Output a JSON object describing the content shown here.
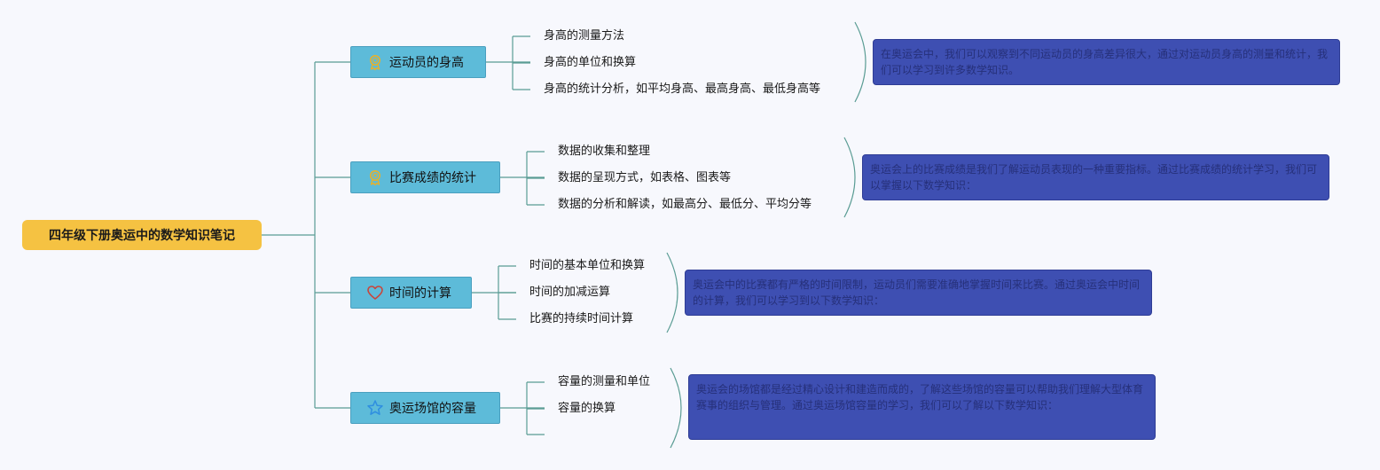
{
  "root": {
    "label": "四年级下册奥运中的数学知识笔记"
  },
  "branches": [
    {
      "label": "运动员的身高",
      "icon": "award-ribbon-icon",
      "leaves": [
        "身高的测量方法",
        "身高的单位和换算",
        "身高的统计分析，如平均身高、最高身高、最低身高等"
      ],
      "note": "在奥运会中，我们可以观察到不同运动员的身高差异很大，通过对运动员身高的测量和统计，我们可以学习到许多数学知识。"
    },
    {
      "label": "比赛成绩的统计",
      "icon": "award-ribbon-icon",
      "leaves": [
        "数据的收集和整理",
        "数据的呈现方式，如表格、图表等",
        "数据的分析和解读，如最高分、最低分、平均分等"
      ],
      "note": "奥运会上的比赛成绩是我们了解运动员表现的一种重要指标。通过比赛成绩的统计学习，我们可以掌握以下数学知识："
    },
    {
      "label": "时间的计算",
      "icon": "heart-icon",
      "leaves": [
        "时间的基本单位和换算",
        "时间的加减运算",
        "比赛的持续时间计算"
      ],
      "note": "奥运会中的比赛都有严格的时间限制，运动员们需要准确地掌握时间来比赛。通过奥运会中时间的计算，我们可以学习到以下数学知识："
    },
    {
      "label": "奥运场馆的容量",
      "icon": "star-icon",
      "leaves": [
        "容量的测量和单位",
        "容量的换算",
        ""
      ],
      "note": "奥运会的场馆都是经过精心设计和建造而成的，了解这些场馆的容量可以帮助我们理解大型体育赛事的组织与管理。通过奥运场馆容量的学习，我们可以了解以下数学知识："
    }
  ],
  "colors": {
    "root": "#f5c242",
    "branch": "#5dbbd9",
    "note": "#3e4fb2",
    "connector": "#5a9c94"
  }
}
